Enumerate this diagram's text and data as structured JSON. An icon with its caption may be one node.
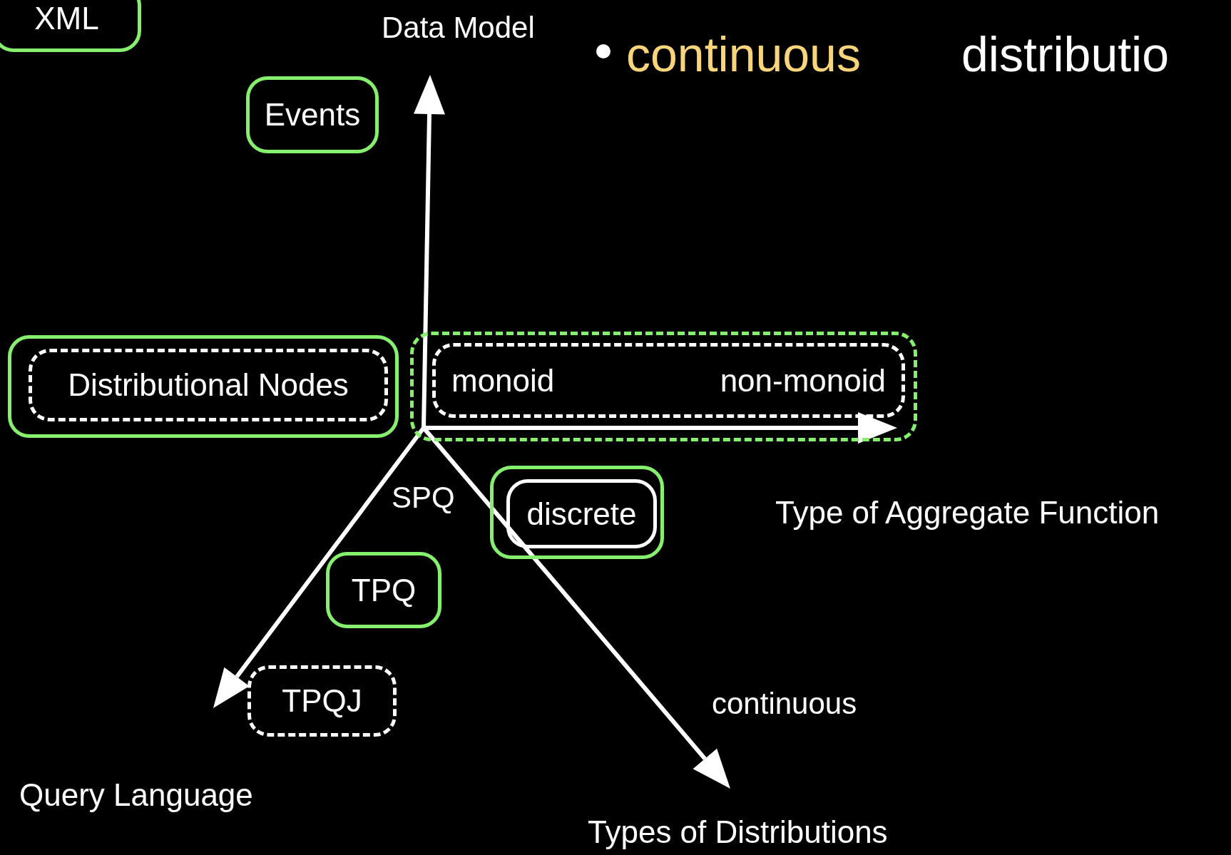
{
  "diagram": {
    "nodes": [
      {
        "text": [
          "XML"
        ]
      },
      {
        "text": [
          "Events"
        ]
      },
      {
        "text": [],
        "shape": "box"
      },
      {
        "text": [
          "Distributional Nodes"
        ],
        "in": 2
      },
      {
        "text": [],
        "shape": "box"
      },
      {
        "text": [
          "monoid",
          "non-monoid"
        ],
        "in": 4
      },
      {
        "text": [],
        "shape": "box"
      },
      {
        "text": [
          "discrete"
        ],
        "in": 6
      },
      {
        "text": [
          "TPQ"
        ]
      },
      {
        "text": [
          "TPQJ"
        ]
      }
    ],
    "labels": [
      "Data Model",
      "continuous",
      "distributio",
      "SPQ",
      "Type of Aggregate Function",
      "continuous",
      "Query Language",
      "Types of Distributions"
    ]
  }
}
